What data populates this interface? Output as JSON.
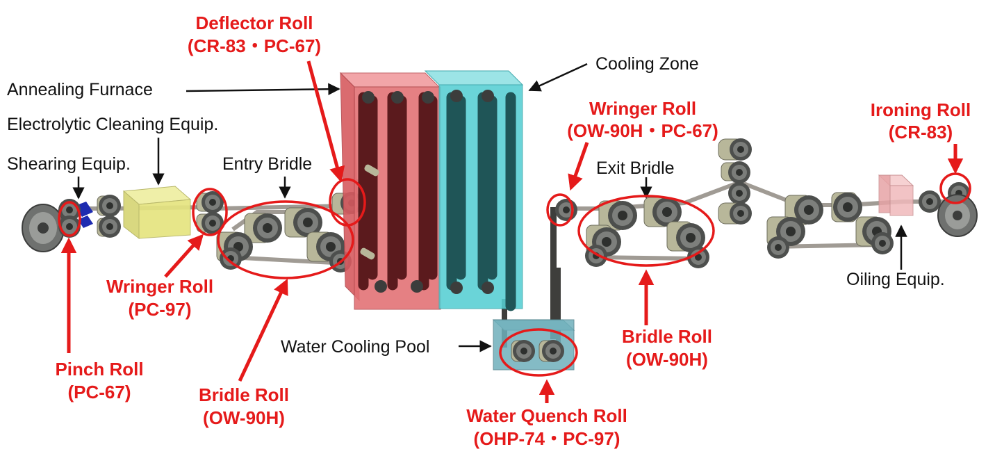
{
  "colors": {
    "callout_red": "#e51a1a",
    "furnace": "#e26f73",
    "cooling": "#56cfd3",
    "cleaning": "#e5e480",
    "oiling": "#f0b9bb",
    "strip": "#a09b94",
    "roll_body": "#b8b79a",
    "roll_dark": "#4d4f4d"
  },
  "labels": {
    "annealing_furnace": "Annealing Furnace",
    "electrolytic_cleaning": "Electrolytic Cleaning Equip.",
    "shearing": "Shearing Equip.",
    "entry_bridle": "Entry Bridle",
    "cooling_zone": "Cooling Zone",
    "exit_bridle": "Exit Bridle",
    "water_cooling_pool": "Water Cooling Pool",
    "oiling": "Oiling Equip."
  },
  "callouts": {
    "deflector_roll": {
      "name": "Deflector Roll",
      "grade": "(CR-83・PC-67)"
    },
    "wringer_roll_exit": {
      "name": "Wringer Roll",
      "grade": "(OW-90H・PC-67)"
    },
    "ironing_roll": {
      "name": "Ironing Roll",
      "grade": "(CR-83)"
    },
    "wringer_roll_entry": {
      "name": "Wringer Roll",
      "grade": "(PC-97)"
    },
    "pinch_roll": {
      "name": "Pinch Roll",
      "grade": "(PC-67)"
    },
    "bridle_roll_entry": {
      "name": "Bridle Roll",
      "grade": "(OW-90H)"
    },
    "bridle_roll_exit": {
      "name": "Bridle Roll",
      "grade": "(OW-90H)"
    },
    "water_quench_roll": {
      "name": "Water Quench Roll",
      "grade": "(OHP-74・PC-97)"
    }
  }
}
